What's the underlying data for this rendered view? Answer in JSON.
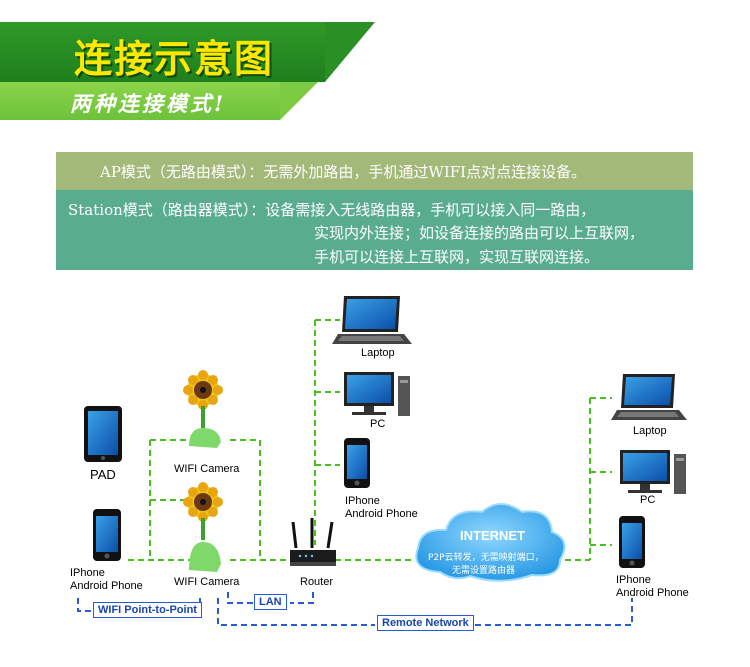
{
  "banner": {
    "title": "连接示意图",
    "subtitle": "两种连接模式!"
  },
  "info": {
    "ap_line": "AP模式（无路由模式）：无需外加路由，手机通过WIFI点对点连接设备。",
    "station_line1": "Station模式（路由器模式）：设备需接入无线路由器，手机可以接入同一路由，",
    "station_line2": "实现内外连接；如设备连接的路由可以上互联网，",
    "station_line3": "手机可以连接上互联网，实现互联网连接。"
  },
  "diagram": {
    "pad_label": "PAD",
    "phone_left_label1": "IPhone",
    "phone_left_label2": "Android Phone",
    "camera1_label": "WIFI Camera",
    "camera2_label": "WIFI Camera",
    "router_label": "Router",
    "laptop1_label": "Laptop",
    "pc1_label": "PC",
    "phone_mid_label1": "IPhone",
    "phone_mid_label2": "Android Phone",
    "cloud_title": "INTERNET",
    "cloud_text1": "P2P云转发，无需映射端口，",
    "cloud_text2": "无需设置路由器",
    "laptop2_label": "Laptop",
    "pc2_label": "PC",
    "phone_right_label1": "IPhone",
    "phone_right_label2": "Android Phone",
    "tag_wifi": "WIFI Point-to-Point",
    "tag_lan": "LAN",
    "tag_remote": "Remote Network"
  },
  "colors": {
    "green_dash": "#48c01e",
    "blue_dash": "#2a5bd7",
    "banner_green": "#2a8f24",
    "title_yellow": "#ffe800"
  }
}
